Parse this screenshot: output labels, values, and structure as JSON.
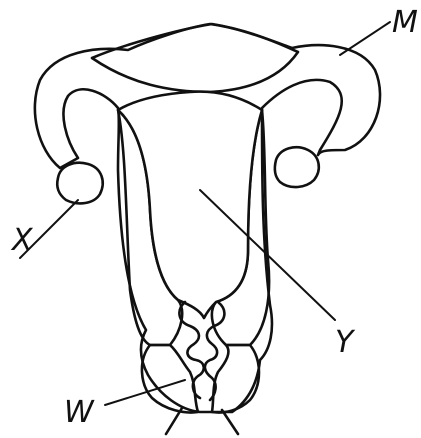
{
  "labels": {
    "m": "M",
    "x": "X",
    "y": "Y",
    "w": "W"
  }
}
